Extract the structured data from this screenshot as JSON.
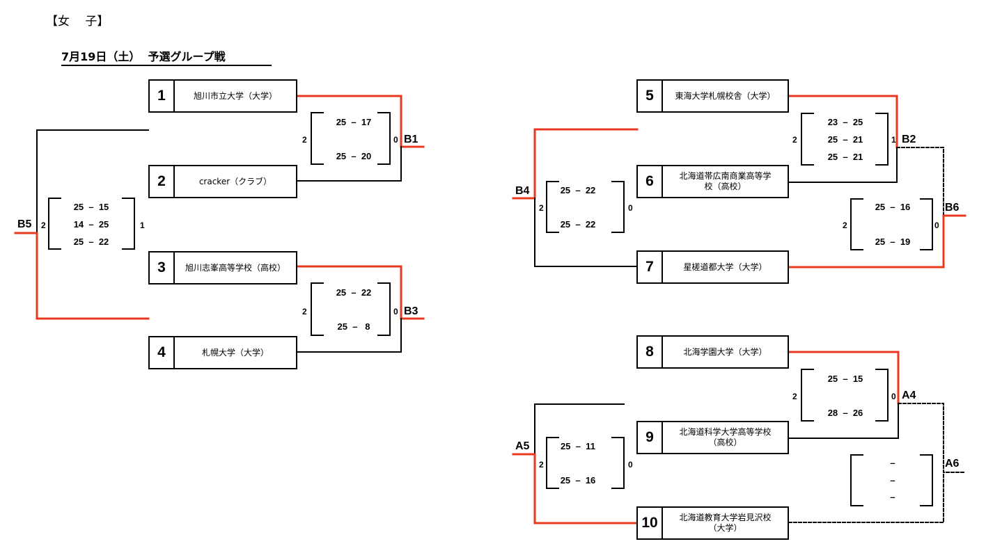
{
  "heading": "【女　 子】",
  "subheading": "7月19日（土）  予選グループ戦",
  "colors": {
    "winner_line": "#e8391f",
    "line": "#000000"
  },
  "teams": [
    {
      "seed": "1",
      "name": "旭川市立大学（大学）"
    },
    {
      "seed": "2",
      "name": "cracker（クラブ）"
    },
    {
      "seed": "3",
      "name": "旭川志峯高等学校（高校）"
    },
    {
      "seed": "4",
      "name": "札幌大学（大学）"
    },
    {
      "seed": "5",
      "name": "東海大学札幌校舎（大学）"
    },
    {
      "seed": "6",
      "name": "北海道帯広南商業高等学\n校（高校）"
    },
    {
      "seed": "7",
      "name": "星槎道都大学（大学）"
    },
    {
      "seed": "8",
      "name": "北海学園大学（大学）"
    },
    {
      "seed": "9",
      "name": "北海道科学大学高等学校\n（高校）"
    },
    {
      "seed": "10",
      "name": "北海道教育大学岩見沢校\n（大学）"
    }
  ],
  "matches": {
    "B1": {
      "label": "B1",
      "left_sets": "2",
      "right_sets": "0",
      "sets": [
        "25  –  17",
        "",
        "25  –  20"
      ]
    },
    "B3": {
      "label": "B3",
      "left_sets": "2",
      "right_sets": "0",
      "sets": [
        "25  –  22",
        "",
        "25  –   8"
      ]
    },
    "B5": {
      "label": "B5",
      "left_sets": "2",
      "right_sets": "1",
      "sets": [
        "25  –  15",
        "14  –  25",
        "25  –  22"
      ]
    },
    "B2": {
      "label": "B2",
      "left_sets": "2",
      "right_sets": "1",
      "sets": [
        "23  –  25",
        "25  –  21",
        "25  –  21"
      ]
    },
    "B4": {
      "label": "B4",
      "left_sets": "2",
      "right_sets": "0",
      "sets": [
        "25  –  22",
        "",
        "25  –  22"
      ]
    },
    "B6": {
      "label": "B6",
      "left_sets": "2",
      "right_sets": "0",
      "sets": [
        "25  –  16",
        "",
        "25  –  19"
      ]
    },
    "A4": {
      "label": "A4",
      "left_sets": "2",
      "right_sets": "0",
      "sets": [
        "25  –  15",
        "",
        "28  –  26"
      ]
    },
    "A5": {
      "label": "A5",
      "left_sets": "2",
      "right_sets": "0",
      "sets": [
        "25  –  11",
        "",
        "25  –  16"
      ]
    },
    "A6": {
      "label": "A6",
      "left_sets": "",
      "right_sets": "",
      "sets": [
        "–",
        "–",
        "–"
      ]
    }
  }
}
